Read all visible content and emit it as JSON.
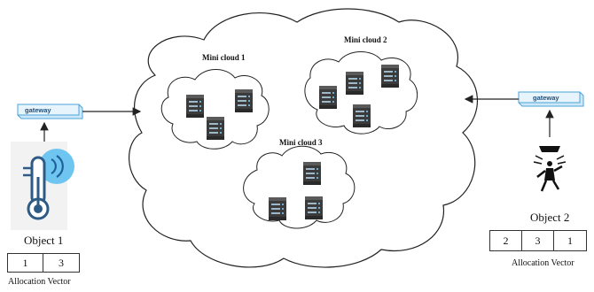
{
  "gateways": [
    {
      "label": "gateway"
    },
    {
      "label": "gateway"
    }
  ],
  "mini_clouds": [
    {
      "title": "Mini cloud 1",
      "servers": 3
    },
    {
      "title": "Mini cloud 2",
      "servers": 4
    },
    {
      "title": "Mini cloud 3",
      "servers": 3
    }
  ],
  "objects": [
    {
      "title": "Object 1",
      "icon": "thermometer-sensor-icon",
      "allocation": [
        "1",
        "3"
      ],
      "allocation_label": "Allocation Vector"
    },
    {
      "title": "Object 2",
      "icon": "motion-sensor-icon",
      "allocation": [
        "2",
        "3",
        "1"
      ],
      "allocation_label": "Allocation Vector"
    }
  ],
  "colors": {
    "gateway_fill": "#e8f4fc",
    "gateway_border": "#4aa3d8",
    "sensor_blue": "#2e7fbf",
    "server": "#3a3a3a"
  }
}
